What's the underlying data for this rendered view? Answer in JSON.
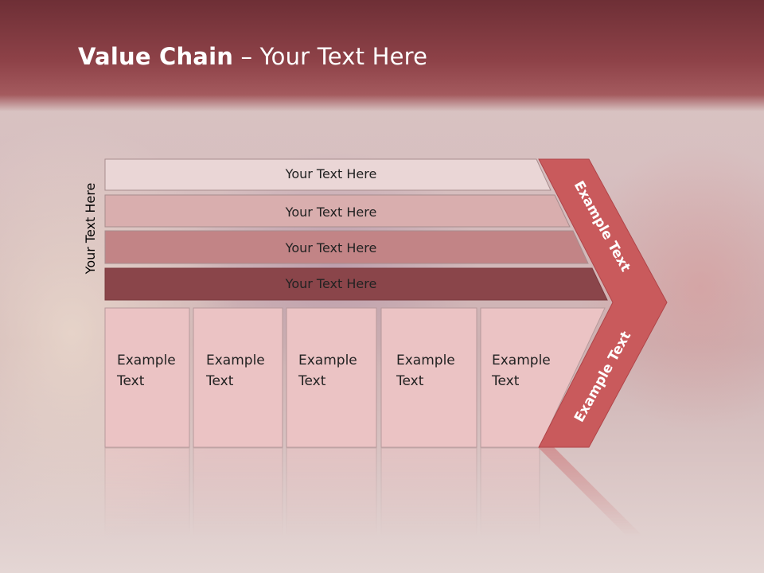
{
  "title": {
    "bold": "Value Chain",
    "rest": " – Your Text Here"
  },
  "side_label": "Your Text Here",
  "bars": [
    {
      "label": "Your Text Here",
      "color": "#ead6d6"
    },
    {
      "label": "Your Text Here",
      "color": "#d9aeae"
    },
    {
      "label": "Your Text Here",
      "color": "#c28486"
    },
    {
      "label": "Your Text Here",
      "color": "#8a454a"
    }
  ],
  "cells": [
    {
      "line1": "Example",
      "line2": "Text"
    },
    {
      "line1": "Example",
      "line2": "Text"
    },
    {
      "line1": "Example",
      "line2": "Text"
    },
    {
      "line1": "Example",
      "line2": "Text"
    },
    {
      "line1": "Example",
      "line2": "Text"
    }
  ],
  "arrow": {
    "top_text": "Example Text",
    "bottom_text": "Example Text",
    "color": "#c95a5c"
  },
  "colors": {
    "header": "#8e4248",
    "cell_fill": "#ebc3c4",
    "cell_border": "#b79a9b"
  }
}
